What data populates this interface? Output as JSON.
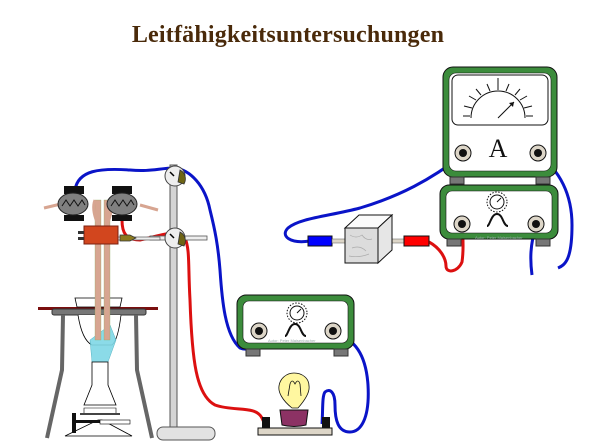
{
  "title": "Leitfähigkeitsuntersuchungen",
  "ammeter": {
    "unit_label": "A"
  },
  "power_supply_symbol": "AC (~)",
  "credit_text": "Autor: Peter Maisenbacher",
  "colors": {
    "title": "#4a2a0a",
    "device_frame": "#3c8c3c",
    "wire_blue": "#0a14c8",
    "wire_red": "#dc1010",
    "plug_blue": "#0000ff",
    "plug_red": "#ff0000",
    "clamp_olive": "#6e6414",
    "electrode_block": "#d2461e",
    "tube_pink": "#d7a591",
    "water_cyan": "#7fd8e6",
    "lamp_base": "#8c3264",
    "bulb_yellow": "#fff7a0"
  }
}
